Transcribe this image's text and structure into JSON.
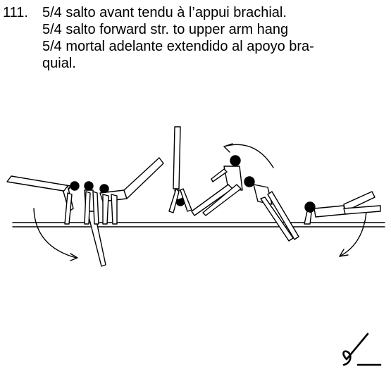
{
  "element": {
    "number": "111.",
    "descriptions": [
      "5/4 salto avant tendu à l’appui brachial.",
      "5/4 salto forward str. to upper arm hang",
      "5/4 mortal adelante extendido al apoyo bra-",
      "quial."
    ]
  },
  "illustration": {
    "subject": "gymnast-sequence-on-parallel-bars",
    "value_symbol": "difficulty-value-glyph"
  },
  "colors": {
    "ink": "#000000",
    "background": "#ffffff"
  }
}
